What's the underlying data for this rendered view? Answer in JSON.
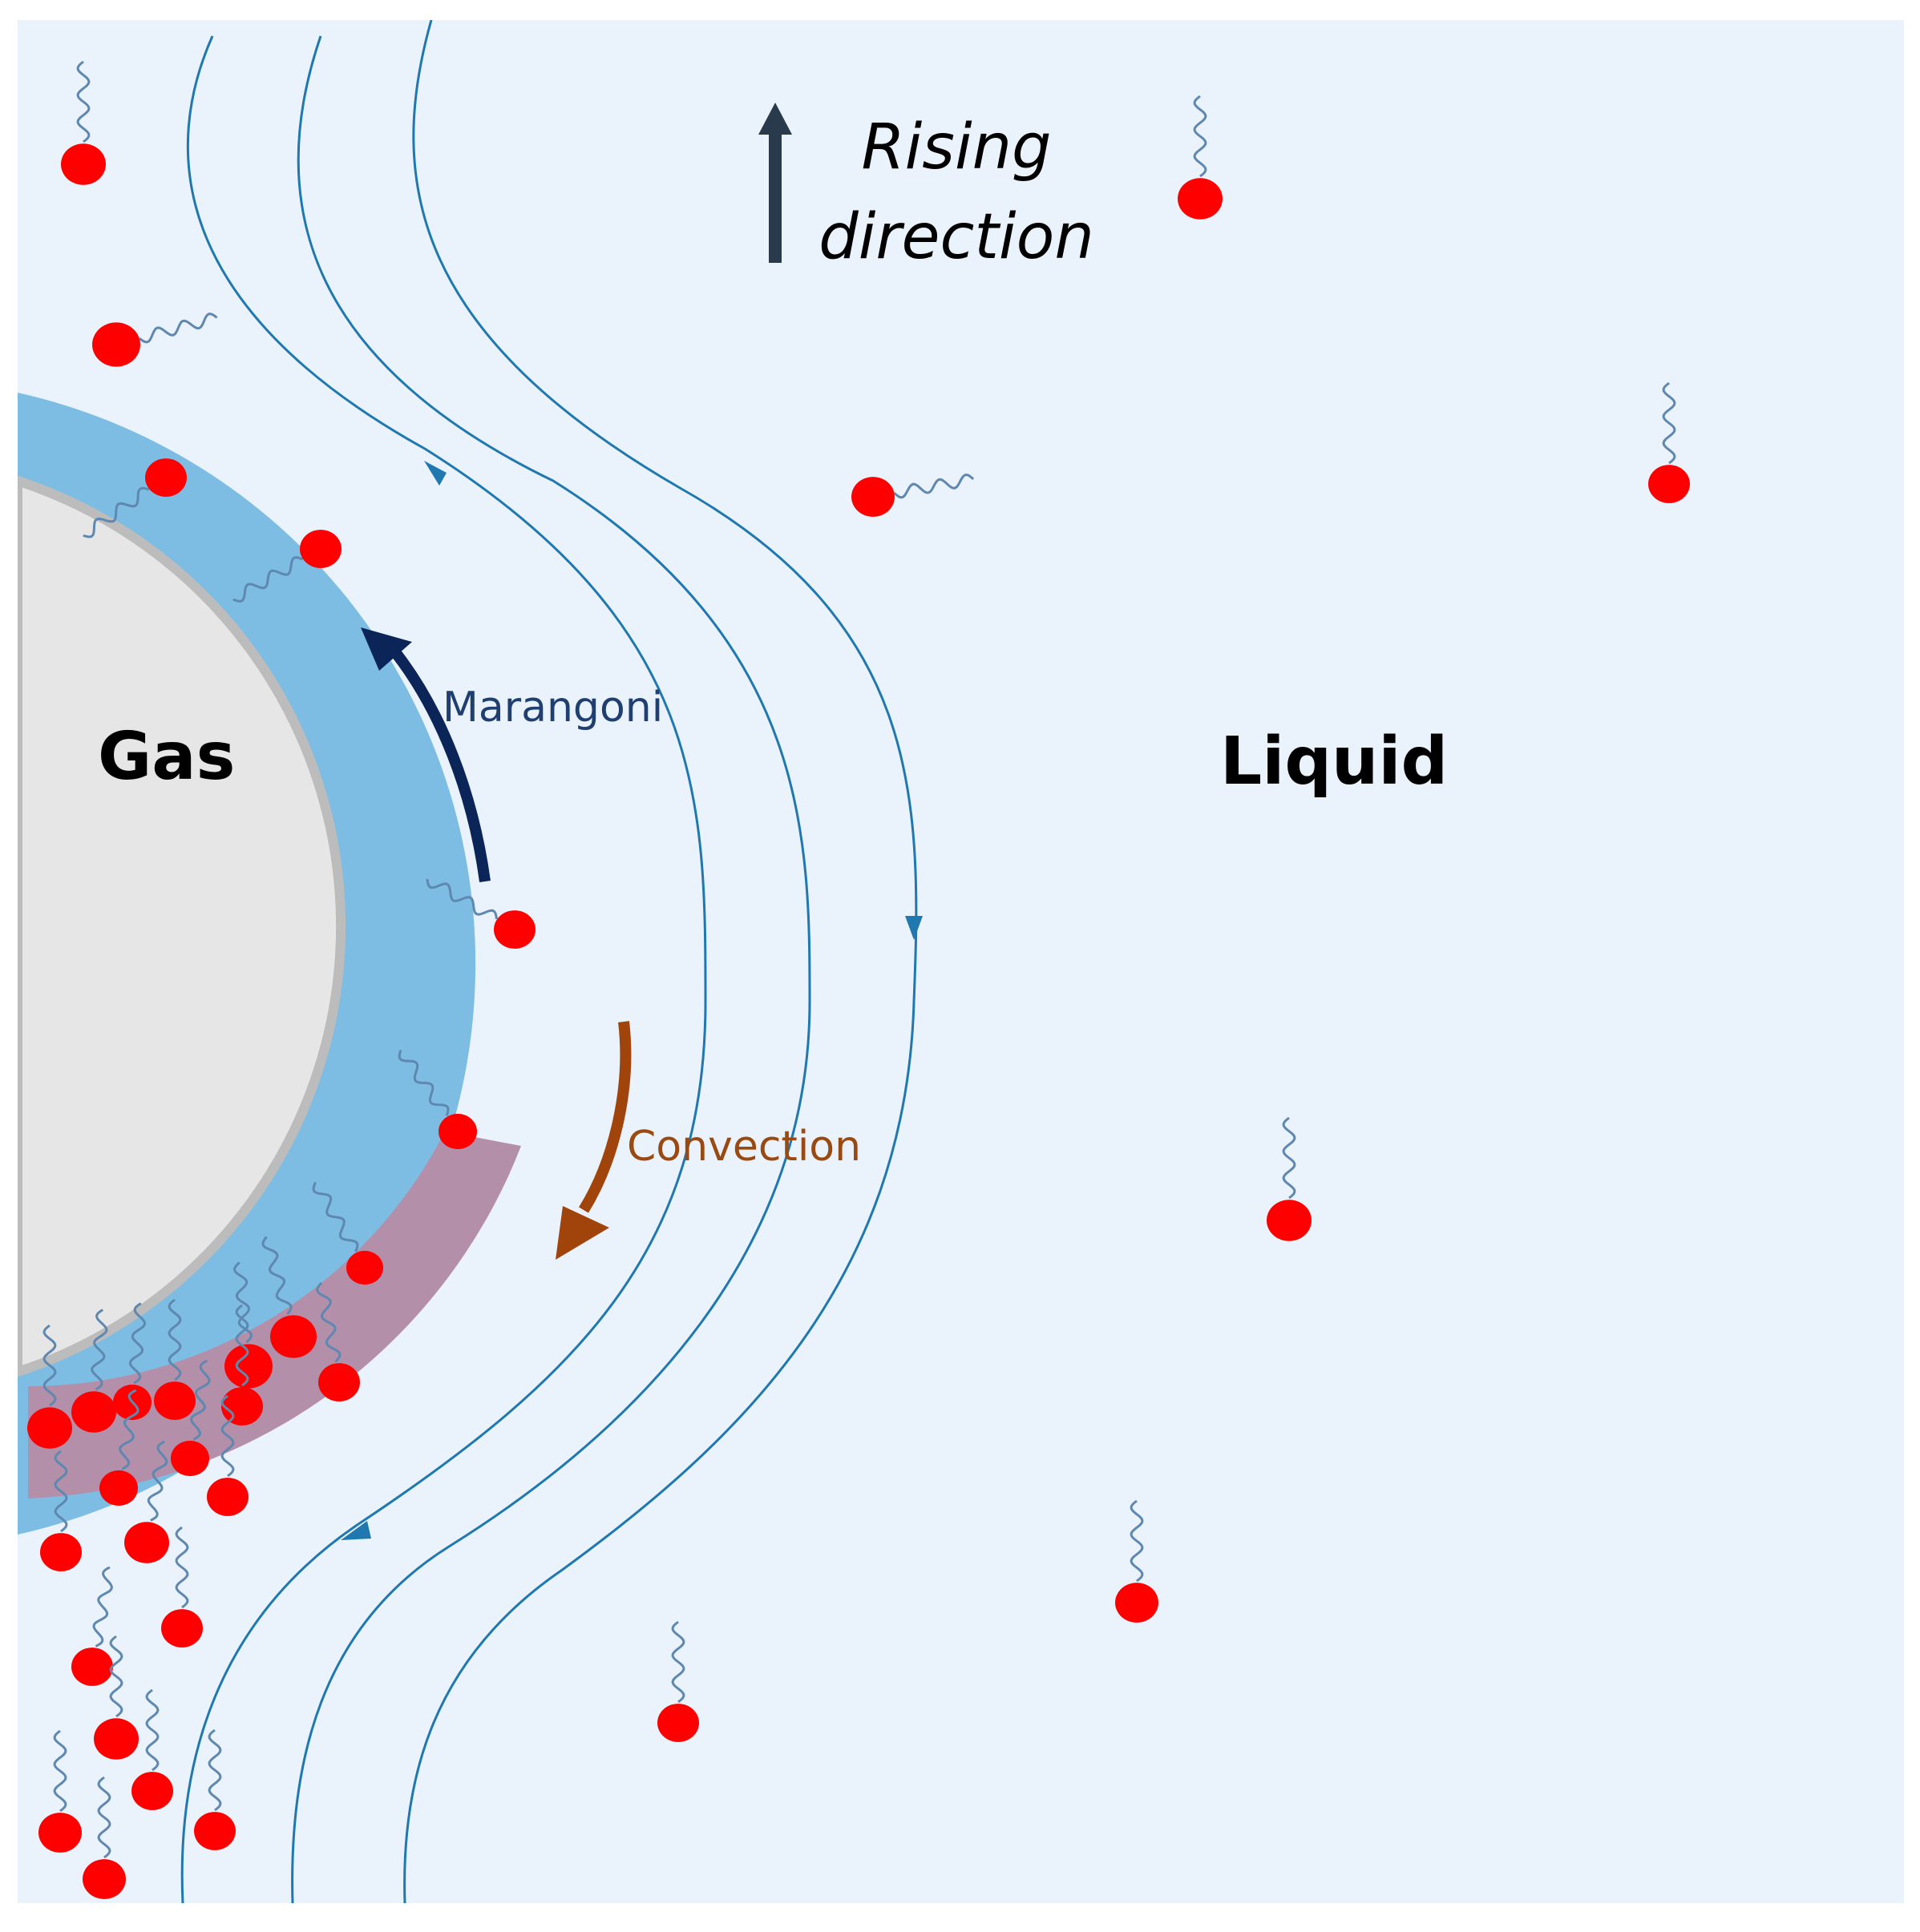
{
  "labels": {
    "rising_line1": "Rising",
    "rising_line2": "direction",
    "marangoni": "Marangoni",
    "convection": "Convection",
    "gas": "Gas",
    "liquid": "Liquid"
  },
  "colors": {
    "page": "#ffffff",
    "liquid": "#eaf2fb",
    "gas": "#e6e6e6",
    "interface": "#bcbcbc",
    "boundary_layer": "#7dbde4",
    "stagnant_cap": "#b48faa",
    "streamline": "#1f78b0",
    "marangoni_arrow": "#0b2559",
    "convection_arrow": "#a0440b",
    "rising_arrow": "#2a3a4d",
    "surfactant_head": "#ff0000",
    "surfactant_tail": "#5f88b0"
  }
}
